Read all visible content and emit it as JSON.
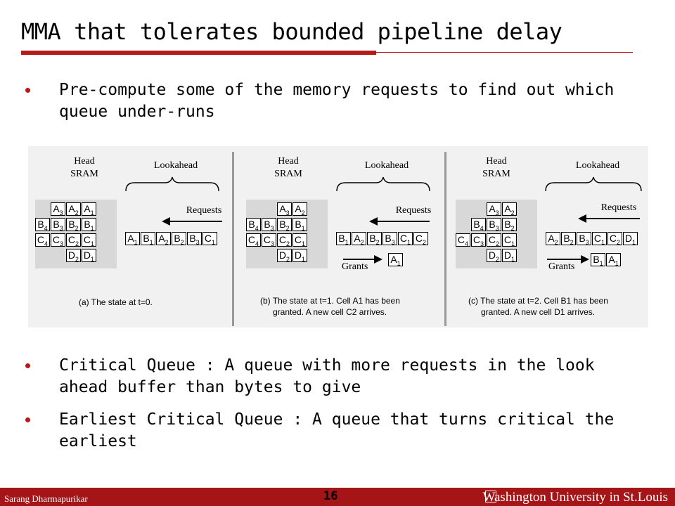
{
  "slide": {
    "title": "MMA that tolerates bounded pipeline delay",
    "bullets": [
      "Pre-compute some of the memory requests to find out which queue under-runs",
      "Critical Queue : A queue with more requests in the look ahead buffer than bytes to give",
      "Earliest Critical Queue : A queue that turns critical the earliest"
    ]
  },
  "figure": {
    "head_label": "Head",
    "sram_label": "SRAM",
    "lookahead_label": "Lookahead",
    "requests_label": "Requests",
    "grants_label": "Grants",
    "panels": [
      {
        "caption_1": "(a) The state at t=0.",
        "caption_2": "",
        "sram": [
          [
            "A3",
            "A2",
            "A1"
          ],
          [
            "B4",
            "B3",
            "B2",
            "B1"
          ],
          [
            "C4",
            "C3",
            "C2",
            "C1"
          ],
          [
            "D2",
            "D1"
          ]
        ],
        "lookahead": [
          "A1",
          "B1",
          "A2",
          "B2",
          "B3",
          "C1"
        ],
        "granted": []
      },
      {
        "caption_1": "(b) The state at t=1. Cell A1 has been",
        "caption_2": "granted. A new cell C2 arrives.",
        "sram": [
          [
            "A3",
            "A2"
          ],
          [
            "B4",
            "B3",
            "B2",
            "B1"
          ],
          [
            "C4",
            "C3",
            "C2",
            "C1"
          ],
          [
            "D2",
            "D1"
          ]
        ],
        "lookahead": [
          "B1",
          "A2",
          "B2",
          "B3",
          "C1",
          "C2"
        ],
        "granted": [
          "A1"
        ]
      },
      {
        "caption_1": "(c) The state at t=2. Cell B1 has been",
        "caption_2": "granted. A new cell D1 arrives.",
        "sram": [
          [
            "A3",
            "A2"
          ],
          [
            "B4",
            "B3",
            "B2"
          ],
          [
            "C4",
            "C3",
            "C2",
            "C1"
          ],
          [
            "D2",
            "D1"
          ]
        ],
        "lookahead": [
          "A2",
          "B2",
          "B3",
          "C1",
          "C2",
          "D1"
        ],
        "granted": [
          "B1",
          "A1"
        ]
      }
    ]
  },
  "footer": {
    "author": "Sarang Dharmapurikar",
    "page": "16",
    "university": "Washington University in St.Louis"
  }
}
